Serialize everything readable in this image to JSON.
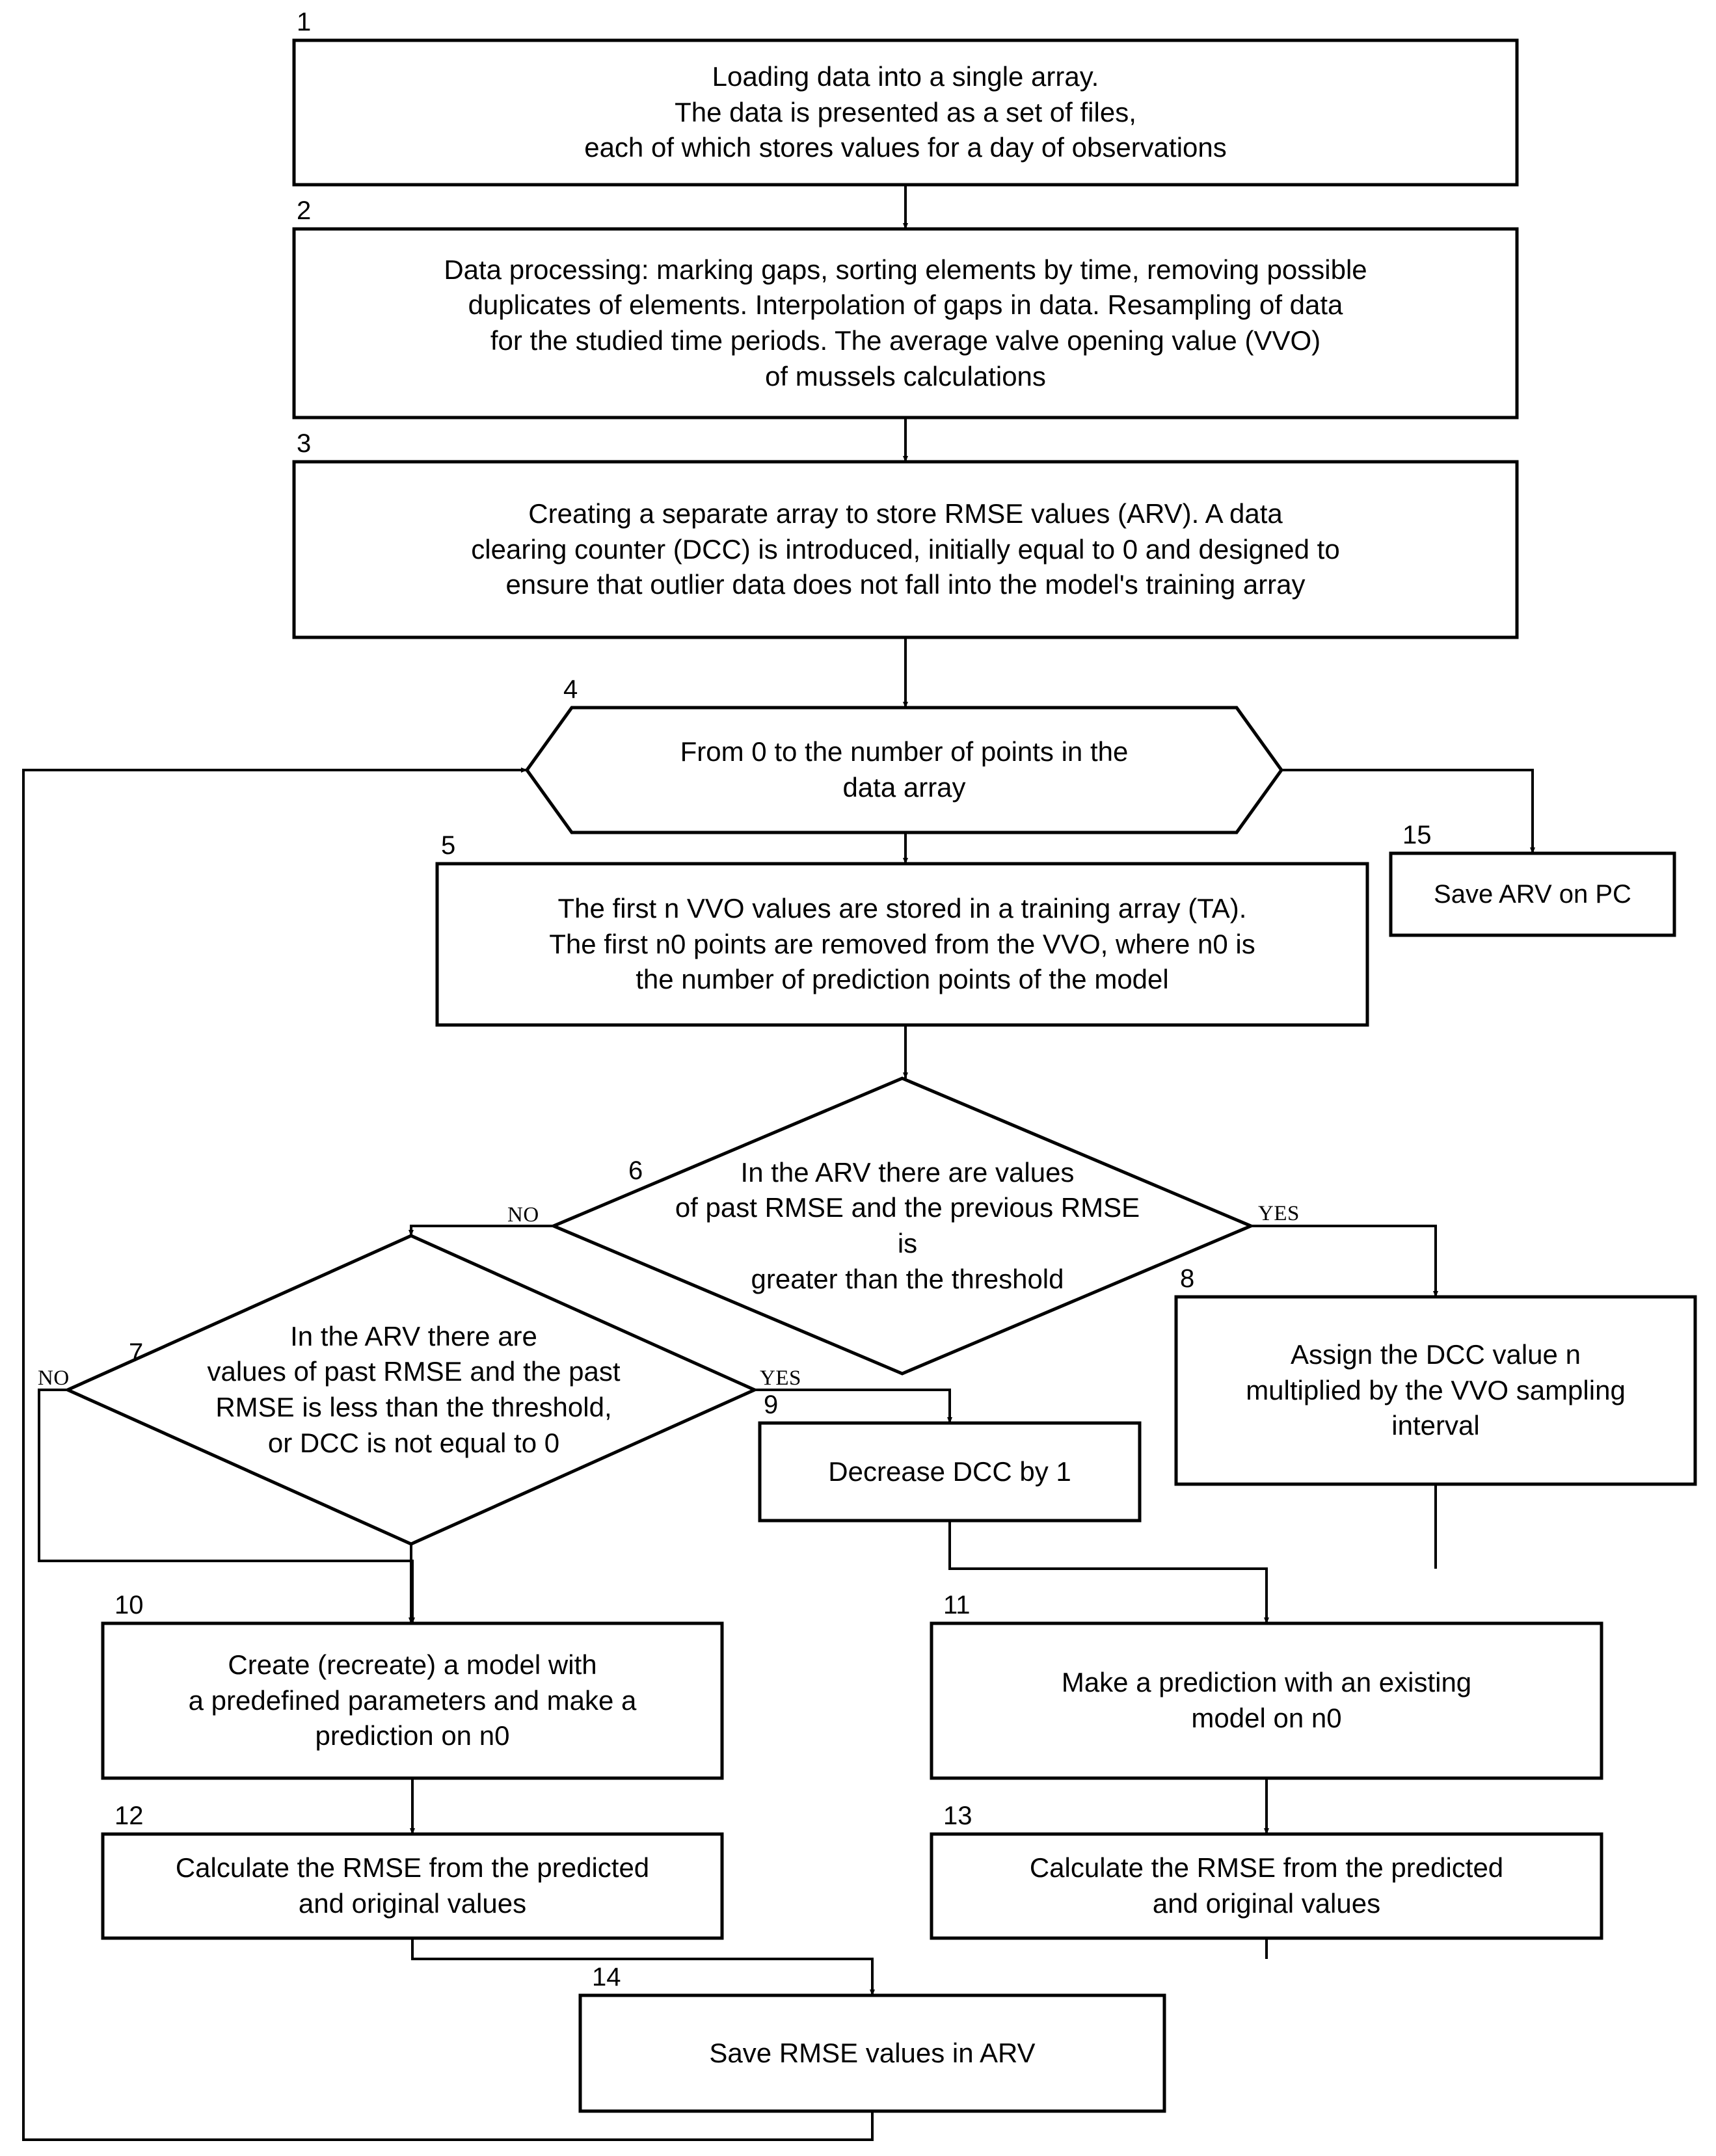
{
  "diagram": {
    "title": "Algorithm flowchart for mussel VVO RMSE prediction",
    "type": "flowchart",
    "stroke_color": "#000000",
    "background_color": "#ffffff",
    "nodes": [
      {
        "id": "1",
        "number": "1",
        "shape": "process",
        "text": "Loading data into a single array.\nThe data is presented as a set of files,\neach of which stores values for a day of observations"
      },
      {
        "id": "2",
        "number": "2",
        "shape": "process",
        "text": "Data processing: marking gaps, sorting elements by time, removing possible\nduplicates of elements. Interpolation of gaps in data. Resampling of data\nfor the studied time periods. The average valve opening value (VVO)\nof mussels calculations"
      },
      {
        "id": "3",
        "number": "3",
        "shape": "process",
        "text": "Creating a separate array to store RMSE values (ARV). A data\nclearing counter (DCC) is introduced, initially equal to 0 and designed to\nensure that outlier data does not fall into the model's training array"
      },
      {
        "id": "4",
        "number": "4",
        "shape": "loop-hexagon",
        "text": "From 0 to the number of points in the\ndata array"
      },
      {
        "id": "5",
        "number": "5",
        "shape": "process",
        "text": "The first n VVO values are stored in a training array (TA).\nThe first n0 points are removed from the VVO, where n0 is\nthe number of prediction points of the model"
      },
      {
        "id": "6",
        "number": "6",
        "shape": "decision",
        "text": "In the ARV there are values\nof past RMSE and the previous RMSE is\ngreater than the threshold"
      },
      {
        "id": "7",
        "number": "7",
        "shape": "decision",
        "text": "In the ARV there are\nvalues of past RMSE and the past\nRMSE is less than the threshold,\nor DCC is not equal to 0"
      },
      {
        "id": "8",
        "number": "8",
        "shape": "process",
        "text": "Assign the DCC value n\nmultiplied by the VVO sampling\ninterval"
      },
      {
        "id": "9",
        "number": "9",
        "shape": "process",
        "text": "Decrease DCC by 1"
      },
      {
        "id": "10",
        "number": "10",
        "shape": "process",
        "text": "Create (recreate) a model with\na predefined parameters and make a\nprediction on n0"
      },
      {
        "id": "11",
        "number": "11",
        "shape": "process",
        "text": "Make a prediction with an existing\nmodel on n0"
      },
      {
        "id": "12",
        "number": "12",
        "shape": "process",
        "text": "Calculate the RMSE from the predicted\nand original values"
      },
      {
        "id": "13",
        "number": "13",
        "shape": "process",
        "text": "Calculate the RMSE from the predicted\nand original values"
      },
      {
        "id": "14",
        "number": "14",
        "shape": "process",
        "text": "Save RMSE values in ARV"
      },
      {
        "id": "15",
        "number": "15",
        "shape": "process",
        "text": "Save ARV on PC"
      }
    ],
    "edge_labels": {
      "d6_no": "NO",
      "d6_yes": "YES",
      "d7_no": "NO",
      "d7_yes": "YES"
    }
  }
}
